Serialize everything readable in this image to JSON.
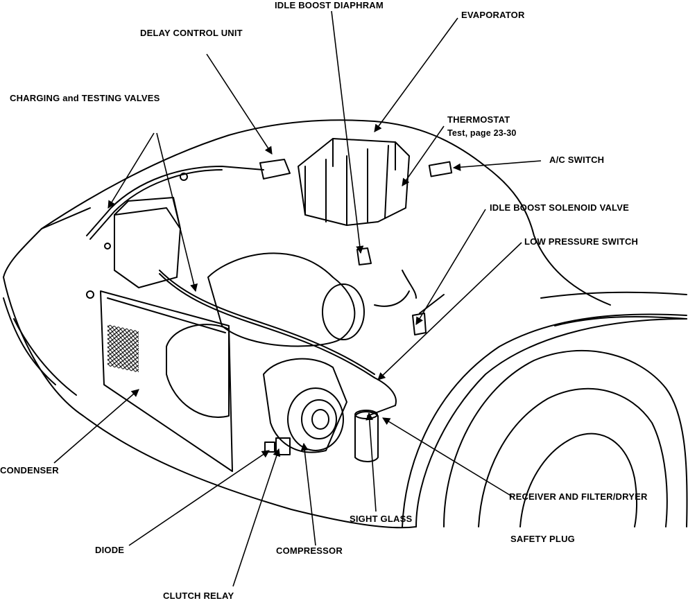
{
  "labels": {
    "idle_boost_diaphram": "IDLE BOOST DIAPHRAM",
    "evaporator": "EVAPORATOR",
    "delay_control_unit": "DELAY CONTROL UNIT",
    "charging_testing_valves": "CHARGING and TESTING VALVES",
    "thermostat": "THERMOSTAT",
    "thermostat_test": "Test, page 23-30",
    "ac_switch": "A/C SWITCH",
    "idle_boost_solenoid_valve": "IDLE BOOST SOLENOID VALVE",
    "low_pressure_switch": "LOW PRESSURE SWITCH",
    "condenser": "CONDENSER",
    "receiver_filter_dryer": "RECEIVER AND FILTER/DRYER",
    "sight_glass": "SIGHT GLASS",
    "safety_plug": "SAFETY PLUG",
    "diode": "DIODE",
    "compressor": "COMPRESSOR",
    "clutch_relay": "CLUTCH RELAY"
  },
  "colors": {
    "ink": "#000000",
    "paper": "#ffffff"
  }
}
